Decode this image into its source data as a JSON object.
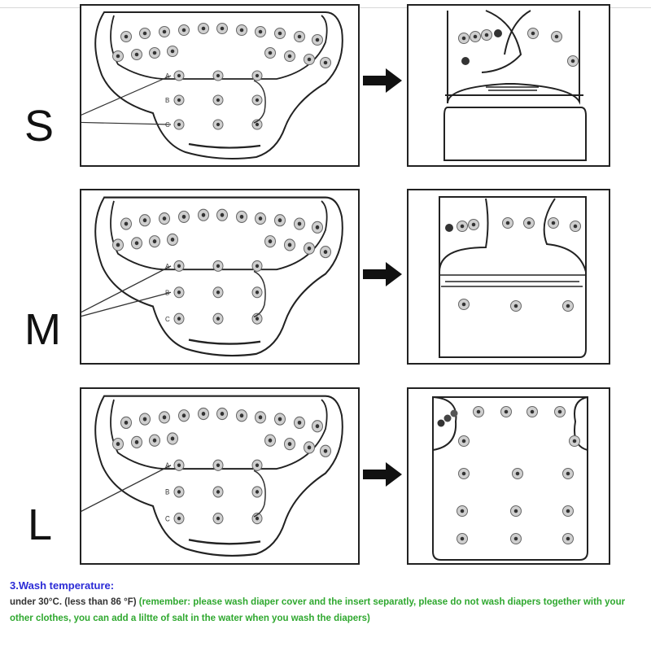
{
  "sizes": [
    {
      "label": "S",
      "tiers": [
        "A",
        "B",
        "C"
      ]
    },
    {
      "label": "M",
      "tiers": [
        "A",
        "B",
        "C"
      ]
    },
    {
      "label": "L",
      "tiers": [
        "A",
        "B",
        "C"
      ]
    }
  ],
  "icons": {
    "arrow": "right-arrow-icon",
    "snap": "snap-button-icon"
  },
  "wash": {
    "heading": "3.Wash temperature:",
    "temp": "under 30°C. (less than 86 °F)",
    "note": "(remember: please wash diaper cover and the insert separatly, please do not wash diapers together with your other clothes, you can add a liltte of salt in the water when you  wash the diapers)"
  },
  "colors": {
    "heading": "#2b2bd6",
    "note": "#2fa82f",
    "body": "#333333"
  }
}
